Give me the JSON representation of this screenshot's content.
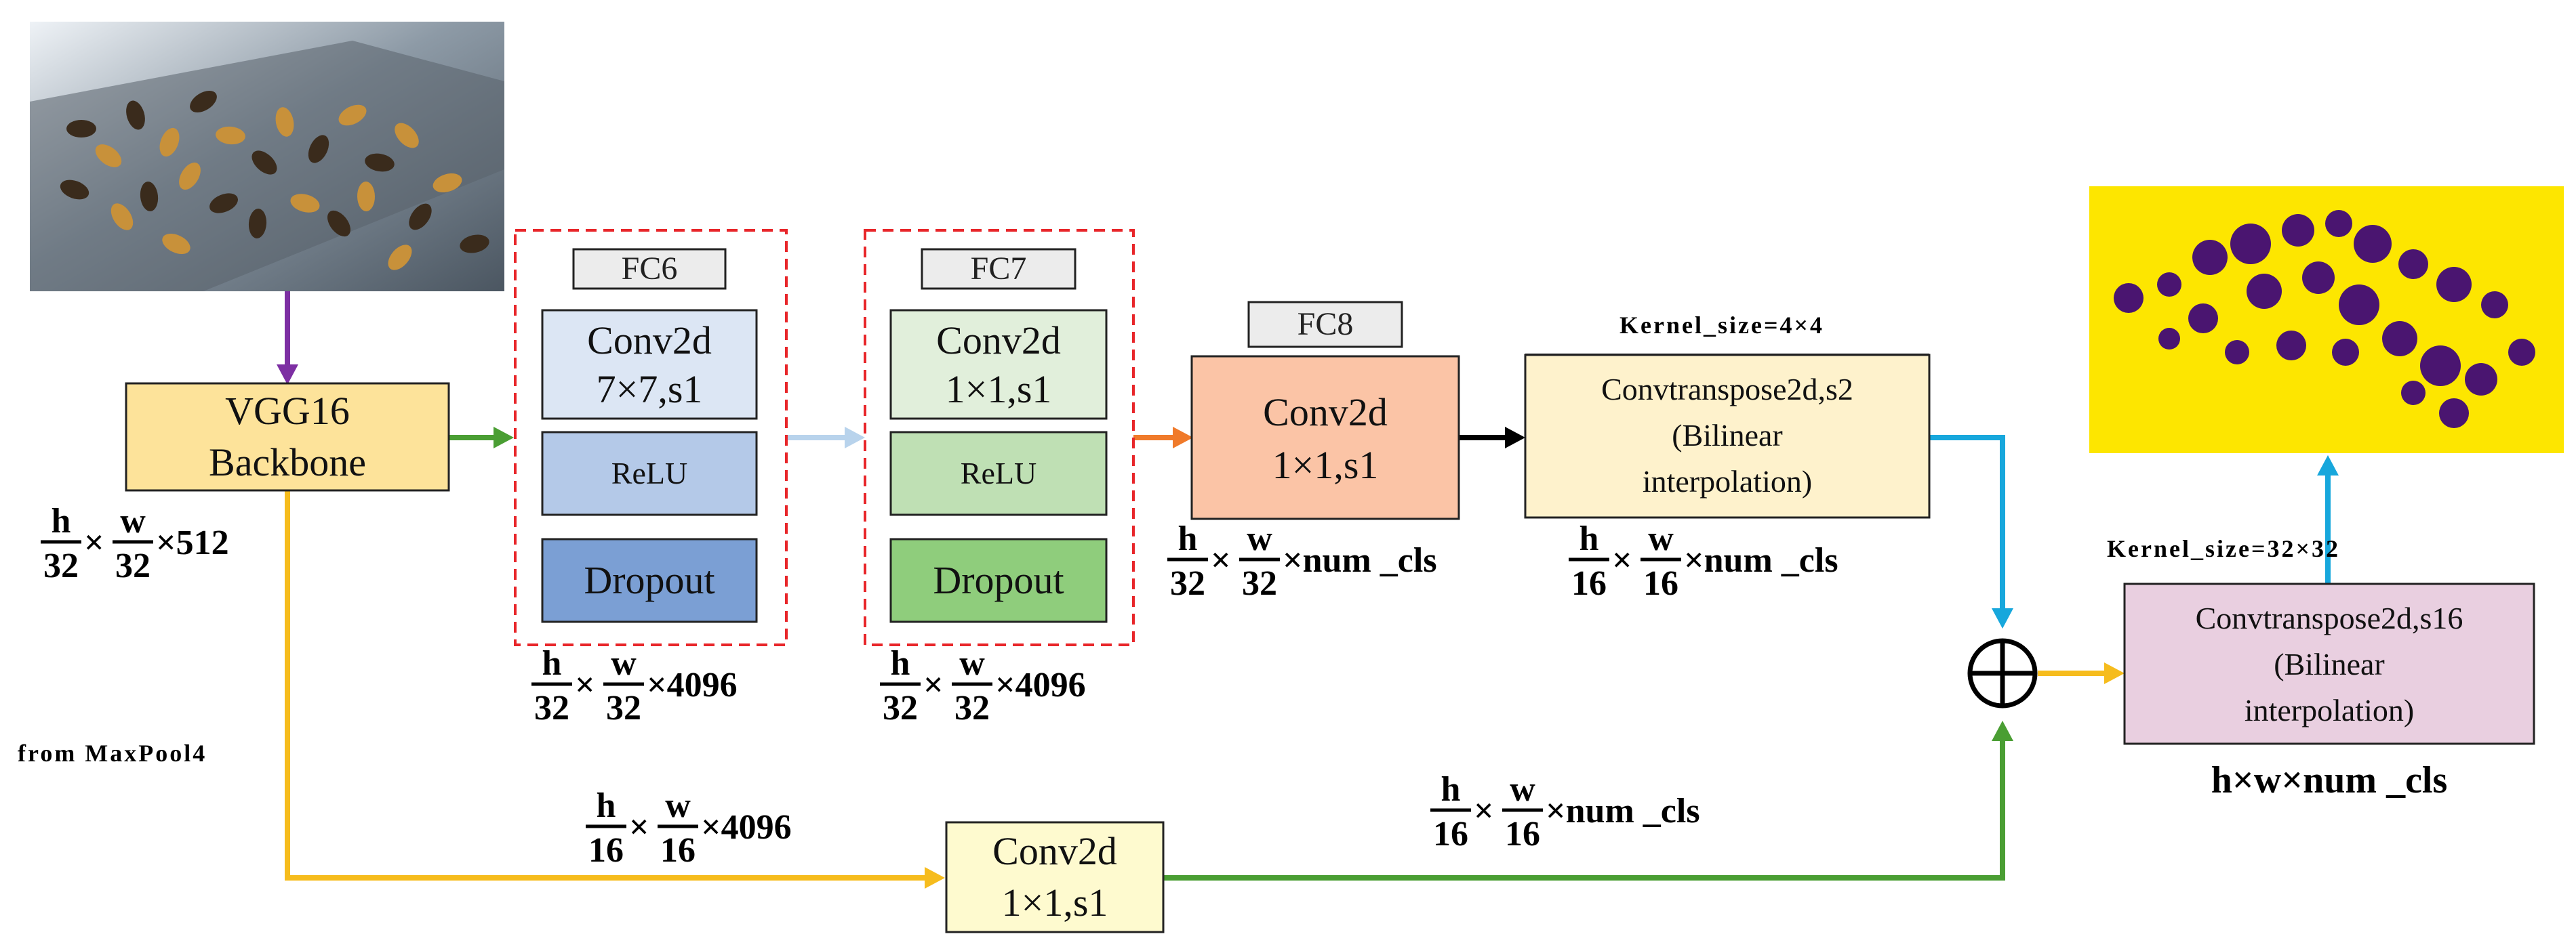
{
  "colors": {
    "vgg_fill": "#fde39a",
    "fc6_conv": "#dce6f4",
    "fc6_relu": "#b4c9e8",
    "fc6_dropout": "#7b9fd4",
    "fc7_conv": "#e1efdb",
    "fc7_relu": "#bfe0b4",
    "fc7_dropout": "#8fcd7c",
    "fc8_conv": "#fbc4a6",
    "upsample2": "#fef2cc",
    "upsample16": "#e9cfe0",
    "skip_conv": "#fefacf",
    "arrow_purple": "#7d2fa3",
    "arrow_green": "#4a9e33",
    "arrow_lightblue": "#b8d3ec",
    "arrow_orange": "#f07a2a",
    "arrow_black": "#000000",
    "arrow_cyan": "#17a7dc",
    "arrow_yellow": "#f6bc1d",
    "dashed_red": "#e8262a",
    "seg_background": "#fde600",
    "seg_foreground": "#4a1570"
  },
  "input_image": {
    "icon": "bee-photo"
  },
  "output_image": {
    "icon": "segmentation-mask"
  },
  "backbone": {
    "line1": "VGG16",
    "line2": "Backbone"
  },
  "fc6": {
    "tag": "FC6",
    "conv_line1": "Conv2d",
    "conv_line2": "7×7,s1",
    "relu": "ReLU",
    "dropout": "Dropout"
  },
  "fc7": {
    "tag": "FC7",
    "conv_line1": "Conv2d",
    "conv_line2": "1×1,s1",
    "relu": "ReLU",
    "dropout": "Dropout"
  },
  "fc8": {
    "tag": "FC8",
    "conv_line1": "Conv2d",
    "conv_line2": "1×1,s1"
  },
  "upsample2": {
    "kernel_note": "Kernel_size=4×4",
    "line1": "Convtranspose2d,s2",
    "line2": "(Bilinear",
    "line3": "interpolation)"
  },
  "upsample16": {
    "kernel_note": "Kernel_size=32×32",
    "line1": "Convtranspose2d,s16",
    "line2": "(Bilinear",
    "line3": "interpolation)"
  },
  "skip_conv": {
    "line1": "Conv2d",
    "line2": "1×1,s1"
  },
  "from_maxpool": "from MaxPool4",
  "add_symbol": "+",
  "dims": {
    "backbone": {
      "num1": "h",
      "den1": "32",
      "num2": "w",
      "den2": "32",
      "rest": "×512"
    },
    "fc6": {
      "num1": "h",
      "den1": "32",
      "num2": "w",
      "den2": "32",
      "rest": "×4096"
    },
    "fc7": {
      "num1": "h",
      "den1": "32",
      "num2": "w",
      "den2": "32",
      "rest": "×4096"
    },
    "fc8": {
      "num1": "h",
      "den1": "32",
      "num2": "w",
      "den2": "32",
      "rest": "×num _cls"
    },
    "upsample2": {
      "num1": "h",
      "den1": "16",
      "num2": "w",
      "den2": "16",
      "rest": "×num _cls"
    },
    "skip_in": {
      "num1": "h",
      "den1": "16",
      "num2": "w",
      "den2": "16",
      "rest": "×4096"
    },
    "skip_out": {
      "num1": "h",
      "den1": "16",
      "num2": "w",
      "den2": "16",
      "rest": "×num _cls"
    },
    "times": "×",
    "final": "h×w×num _cls"
  }
}
